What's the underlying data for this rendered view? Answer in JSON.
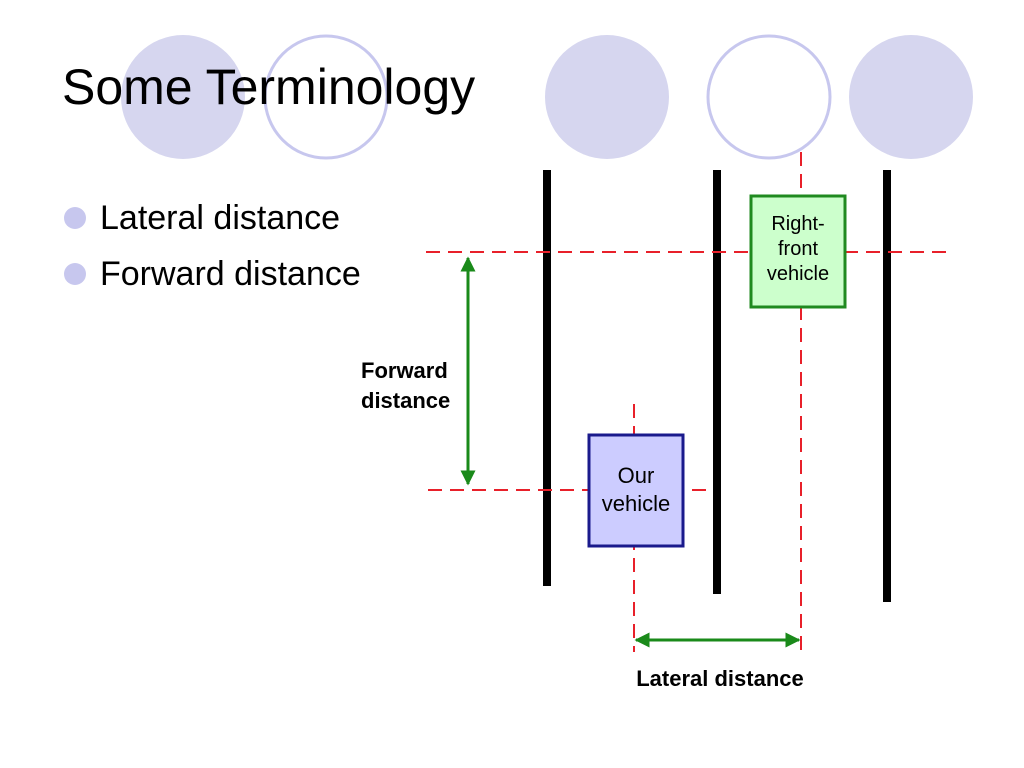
{
  "slide": {
    "title": "Some Terminology",
    "bullets": [
      {
        "text": "Lateral distance"
      },
      {
        "text": "Forward distance"
      }
    ]
  },
  "diagram": {
    "our_vehicle": {
      "line1": "Our",
      "line2": "vehicle"
    },
    "right_front_vehicle": {
      "line1": "Right-",
      "line2": "front",
      "line3": "vehicle"
    },
    "forward_distance": {
      "line1": "Forward",
      "line2": "distance"
    },
    "lateral_distance": "Lateral distance"
  },
  "colors": {
    "decoration_circle_fill": "#d6d6ef",
    "decoration_circle_stroke": "#c7c7ee",
    "bullet": "#c7c7ee",
    "lane_line": "#000000",
    "reference_line": "#e8202a",
    "our_vehicle_fill": "#ccccff",
    "our_vehicle_border": "#1a1a8c",
    "right_front_fill": "#ccffcc",
    "right_front_border": "#1f8a1f",
    "dimension_arrow": "#1a8a1a"
  }
}
